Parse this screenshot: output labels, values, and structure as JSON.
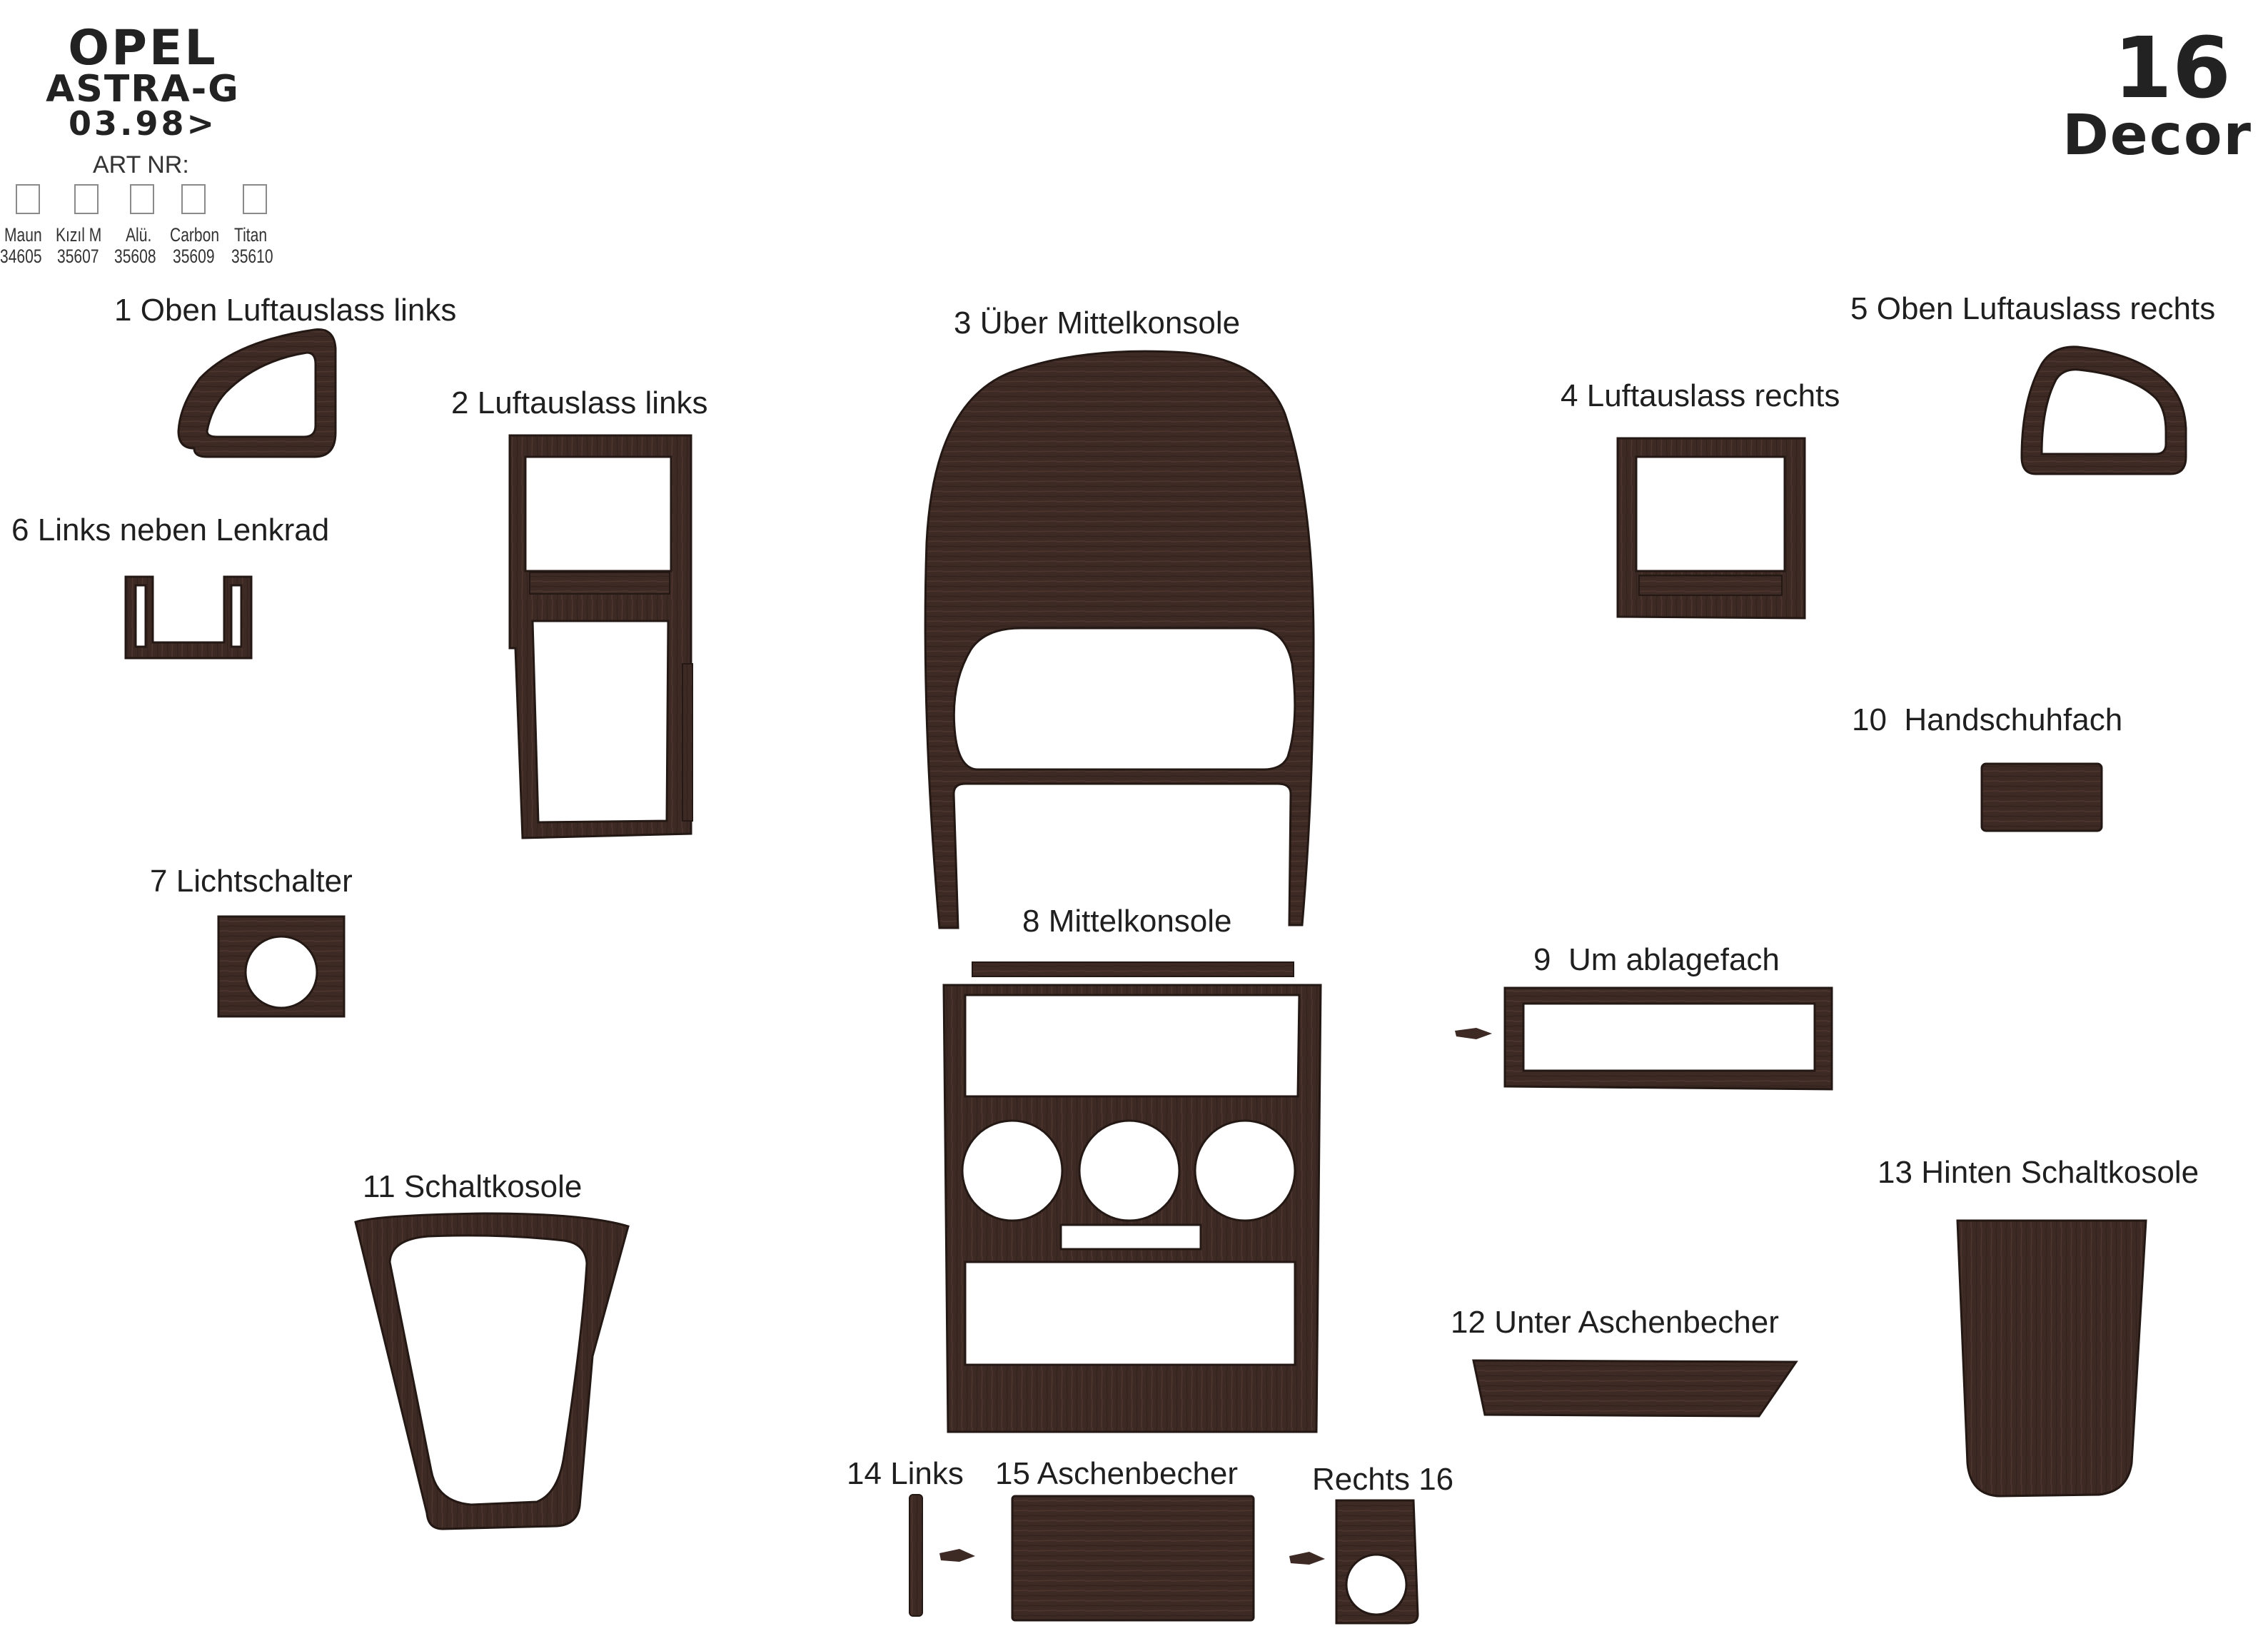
{
  "header": {
    "brand": "OPEL",
    "model": "ASTRA-G",
    "period": "03.98>",
    "art_label": "ART NR:",
    "options": [
      {
        "name": "Maun",
        "code": "34605"
      },
      {
        "name": "Kızıl M",
        "code": "35607"
      },
      {
        "name": "Alü.",
        "code": "35608"
      },
      {
        "name": "Carbon",
        "code": "35609"
      },
      {
        "name": "Titan",
        "code": "35610"
      }
    ],
    "count": "16",
    "decor": "Decor"
  },
  "parts": [
    {
      "id": "part-1",
      "number": "1",
      "label": "Oben Luftauslass links"
    },
    {
      "id": "part-2",
      "number": "2",
      "label": "Luftauslass links"
    },
    {
      "id": "part-3",
      "number": "3",
      "label": "Über  Mittelkonsole"
    },
    {
      "id": "part-4",
      "number": "4",
      "label": "Luftauslass rechts"
    },
    {
      "id": "part-5",
      "number": "5",
      "label": "Oben  Luftauslass rechts"
    },
    {
      "id": "part-6",
      "number": "6",
      "label": "Links neben Lenkrad"
    },
    {
      "id": "part-7",
      "number": "7",
      "label": "Lichtschalter"
    },
    {
      "id": "part-8",
      "number": "8",
      "label": "Mittelkonsole"
    },
    {
      "id": "part-9",
      "number": "9",
      "label": "Um ablagefach"
    },
    {
      "id": "part-10",
      "number": "10",
      "label": "Handschuhfach"
    },
    {
      "id": "part-11",
      "number": "11",
      "label": "Schaltkosole"
    },
    {
      "id": "part-12",
      "number": "12",
      "label": "Unter Aschenbecher"
    },
    {
      "id": "part-13",
      "number": "13",
      "label": "Hinten Schaltkosole"
    },
    {
      "id": "part-14",
      "number": "14",
      "label": "Links"
    },
    {
      "id": "part-15",
      "number": "15",
      "label": "Aschenbecher"
    },
    {
      "id": "part-16",
      "number": "16",
      "label": "Rechts"
    }
  ],
  "colors": {
    "wood": "#3e2a24",
    "wood_light": "#5a4038",
    "wood_dark": "#241814",
    "text": "#1f1f1f",
    "background": "#ffffff"
  }
}
